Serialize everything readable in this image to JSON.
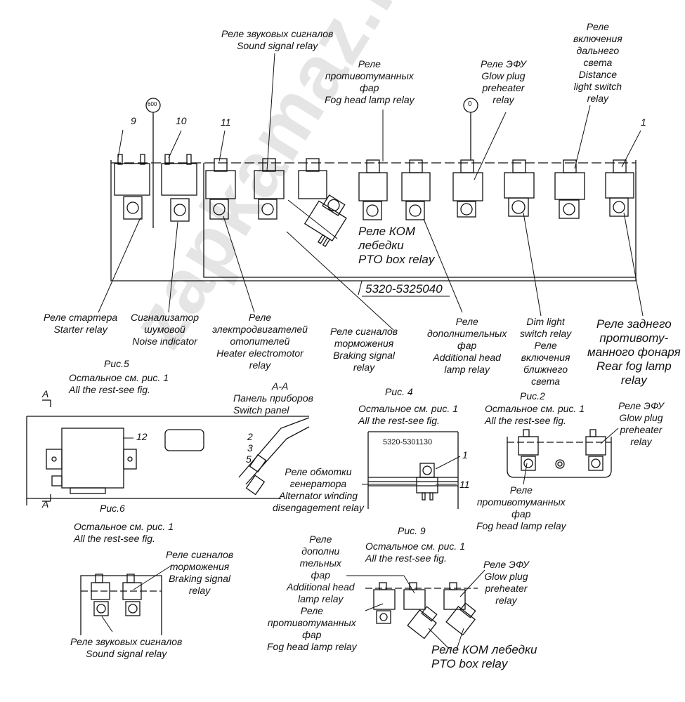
{
  "main_labels": {
    "sound_relay": [
      "Реле звуковых сигналов",
      "Sound signal relay"
    ],
    "fog_relay": [
      "Реле",
      "противотуманных",
      "фар",
      "Fog head lamp relay"
    ],
    "glow_relay": [
      "Реле ЭФУ",
      "Glow plug",
      "preheater",
      "relay"
    ],
    "distance_relay": [
      "Реле",
      "включения",
      "дальнего",
      "света",
      "Distance",
      "light switch",
      "relay"
    ],
    "pto_relay": [
      "Реле КОМ",
      "лебедки",
      "PTO box relay"
    ],
    "part_number": "5320-5325040",
    "starter_relay": [
      "Реле стартера",
      "Starter relay"
    ],
    "noise_indicator": [
      "Сигнализатор",
      "шумовой",
      "Noise indicator"
    ],
    "heater_relay": [
      "Реле",
      "электродвигателей",
      "отопителей",
      "Heater electromotor",
      "relay"
    ],
    "braking_relay": [
      "Реле сигналов",
      "торможения",
      "Braking signal",
      "relay"
    ],
    "additional_relay": [
      "Реле",
      "дополнительных",
      "фар",
      "Additional head",
      "lamp relay"
    ],
    "dim_relay": [
      "Dim light",
      "switch relay",
      "Реле",
      "включения",
      "ближнего",
      "света"
    ],
    "rear_fog_relay": [
      "Реле заднего",
      "противоту-",
      "манного фонаря",
      "Rear fog lamp",
      "relay"
    ]
  },
  "callouts": {
    "n9": "9",
    "n10": "10",
    "n11": "11",
    "n1": "1",
    "circle_600": "600",
    "circle_0": "0"
  },
  "fig5": {
    "title": "Рис.5",
    "rest_ru": "Остальное см. рис.",
    "ref": "1",
    "rest_en": "All the rest-see fig.",
    "section_mark": "A"
  },
  "section_aa": {
    "title": "A-A",
    "panel_ru": "Панель приборов",
    "panel_en": "Switch panel",
    "n2": "2",
    "n3": "3",
    "n5": "5"
  },
  "fig6": {
    "title": "Рис.6",
    "rest_ru": "Остальное см. рис.",
    "ref": "1",
    "rest_en": "All the rest-see fig.",
    "n12": "12",
    "braking_relay": [
      "Реле сигналов",
      "торможения",
      "Braking signal",
      "relay"
    ],
    "sound_relay": [
      "Реле звуковых сигналов",
      "Sound signal relay"
    ]
  },
  "fig4": {
    "title": "Рис. 4",
    "rest_ru": "Остальное см. рис.",
    "ref": "1",
    "rest_en": "All the rest-see fig.",
    "part_number": "5320-5301130",
    "n1": "1",
    "n11": "11",
    "alternator_relay": [
      "Реле обмотки",
      "генератора",
      "Alternator winding",
      "disengagement relay"
    ]
  },
  "fig2": {
    "title": "Рис.2",
    "rest_ru": "Остальное см. рис.",
    "ref": "1",
    "rest_en": "All the rest-see fig.",
    "glow_relay": [
      "Реле ЭФУ",
      "Glow plug",
      "preheater",
      "relay"
    ],
    "fog_relay": [
      "Реле",
      "противотуманных",
      "фар",
      "Fog head lamp relay"
    ]
  },
  "fig9": {
    "title": "Рис. 9",
    "rest_ru": "Остальное см. рис.",
    "ref": "1",
    "rest_en": "All the rest-see fig.",
    "additional_relay": [
      "Реле",
      "дополни",
      "тельных",
      "фар",
      "Additional head",
      "lamp relay"
    ],
    "fog_relay": [
      "Реле",
      "противотуманных",
      "фар",
      "Fog head lamp relay"
    ],
    "glow_relay": [
      "Реле ЭФУ",
      "Glow plug",
      "preheater",
      "relay"
    ],
    "pto_relay": [
      "Реле КОМ лебедки",
      "PTO box relay"
    ]
  },
  "watermark": "zapkamaz.ru"
}
